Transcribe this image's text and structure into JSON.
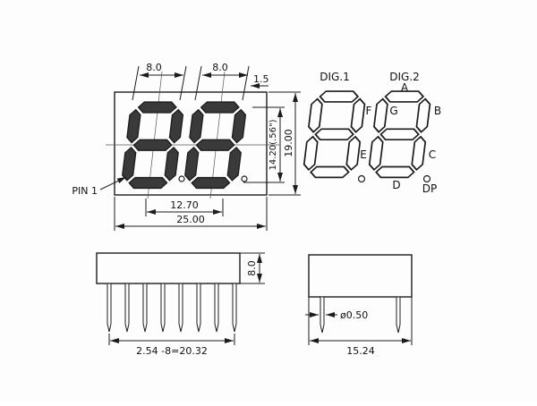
{
  "front": {
    "dim_digit1_width": "8.0",
    "dim_digit2_width": "8.0",
    "dim_segment_offset": "1.5",
    "dim_digit_height": "14.20(.56\")",
    "dim_body_height": "19.00",
    "dim_digit_pitch": "12.70",
    "dim_body_width": "25.00",
    "pin1_label": "PIN 1"
  },
  "segment_diagram": {
    "dig1_label": "DIG.1",
    "dig2_label": "DIG.2",
    "seg_a": "A",
    "seg_b": "B",
    "seg_c": "C",
    "seg_d": "D",
    "seg_e": "E",
    "seg_f": "F",
    "seg_g": "G",
    "dp_label": "DP"
  },
  "side_view": {
    "dim_body_thickness": "8.0",
    "dim_pin_pitch": "2.54 -8=20.32"
  },
  "end_view": {
    "dim_pin_diameter": "ø0.50",
    "dim_body_depth": "15.24"
  },
  "colors": {
    "line": "#1c1c1c",
    "segment_fill": "#3a3a3a",
    "background": "#ffffff"
  }
}
